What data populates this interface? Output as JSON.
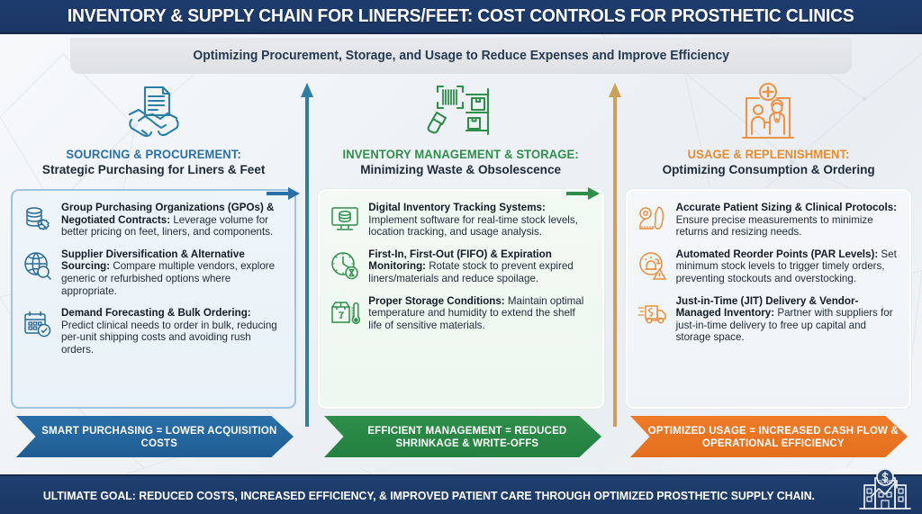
{
  "header": {
    "title": "INVENTORY & SUPPLY CHAIN FOR LINERS/FEET: COST CONTROLS FOR PROSTHETIC CLINICS",
    "subtitle": "Optimizing Procurement, Storage, and Usage to Reduce Expenses and Improve Efficiency"
  },
  "colors": {
    "header_bg": "#1d3c6e",
    "blue": "#2a6fa8",
    "green": "#2f8e4a",
    "orange": "#ef7b28",
    "tan": "#c9a15a",
    "teal": "#2d7fa5"
  },
  "columns": [
    {
      "id": "sourcing",
      "icon": "handshake-contract-icon",
      "accent": "#2a6fa8",
      "kicker": "SOURCING & PROCUREMENT:",
      "subhead": "Strategic Purchasing for Liners & Feet",
      "items": [
        {
          "icon": "coins-percent-icon",
          "bold": "Group Purchasing Organizations (GPOs) & Negotiated Contracts:",
          "text": " Leverage volume for better pricing on feet, liners, and components."
        },
        {
          "icon": "globe-search-icon",
          "bold": "Supplier Diversification & Alternative Sourcing:",
          "text": " Compare multiple vendors, explore generic or refurbished options where appropriate."
        },
        {
          "icon": "calendar-check-icon",
          "bold": "Demand Forecasting & Bulk Ordering:",
          "text": " Predict clinical needs to order in bulk, reducing per-unit shipping costs and avoiding rush orders."
        }
      ],
      "banner": "SMART PURCHASING = LOWER ACQUISITION COSTS"
    },
    {
      "id": "inventory",
      "icon": "barcode-scanner-shelf-icon",
      "accent": "#2f8e4a",
      "kicker": "INVENTORY MANAGEMENT & STORAGE:",
      "subhead": "Minimizing Waste & Obsolescence",
      "items": [
        {
          "icon": "database-monitor-icon",
          "bold": "Digital Inventory Tracking Systems:",
          "text": " Implement software for real-time stock levels, location tracking, and usage analysis."
        },
        {
          "icon": "clock-hourglass-icon",
          "bold": "First-In, First-Out (FIFO) & Expiration Monitoring:",
          "text": " Rotate stock to prevent expired liners/materials and reduce spoilage."
        },
        {
          "icon": "box-thermometer-icon",
          "bold": "Proper Storage Conditions:",
          "text": " Maintain optimal temperature and humidity to extend the shelf life of sensitive materials."
        }
      ],
      "banner": "EFFICIENT MANAGEMENT = REDUCED SHRINKAGE & WRITE-OFFS"
    },
    {
      "id": "usage",
      "icon": "clinic-patient-care-icon",
      "accent": "#ef7b28",
      "kicker": "USAGE & REPLENISHMENT:",
      "subhead": "Optimizing Consumption & Ordering",
      "items": [
        {
          "icon": "tape-measure-foot-icon",
          "bold": "Accurate Patient Sizing & Clinical Protocols:",
          "text": " Ensure precise measurements to minimize returns and resizing needs."
        },
        {
          "icon": "alarm-alert-gauge-icon",
          "bold": "Automated Reorder Points (PAR Levels):",
          "text": " Set minimum stock levels to trigger timely orders, preventing stockouts and overstocking."
        },
        {
          "icon": "delivery-truck-dollar-icon",
          "bold": "Just-in-Time (JIT) Delivery & Vendor-Managed Inventory:",
          "text": " Partner with suppliers for just-in-time delivery to free up capital and storage space."
        }
      ],
      "banner": "OPTIMIZED USAGE = INCREASED CASH FLOW & OPERATIONAL EFFICIENCY"
    }
  ],
  "footer": {
    "text": "ULTIMATE GOAL: REDUCED COSTS, INCREASED EFFICIENCY, & IMPROVED PATIENT CARE THROUGH OPTIMIZED PROSTHETIC SUPPLY CHAIN.",
    "logo": "clinic-growth-dollar-logo"
  }
}
